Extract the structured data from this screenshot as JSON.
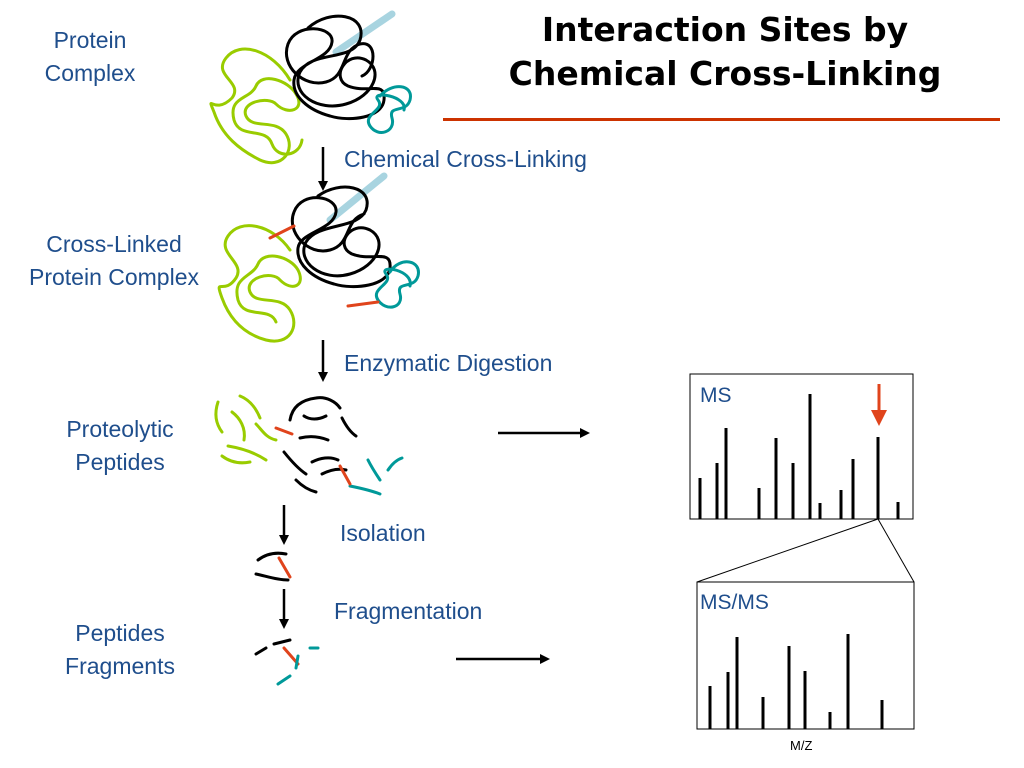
{
  "title": {
    "line1": "Interaction Sites by",
    "line2": "Chemical Cross-Linking"
  },
  "labels": {
    "protein_complex": {
      "line1": "Protein",
      "line2": "Complex"
    },
    "crosslinked_complex": {
      "line1": "Cross-Linked",
      "line2": "Protein Complex"
    },
    "proteolytic_peptides": {
      "line1": "Proteolytic",
      "line2": "Peptides"
    },
    "peptide_fragments": {
      "line1": "Peptides",
      "line2": "Fragments"
    }
  },
  "steps": {
    "crosslinking": "Chemical Cross-Linking",
    "digestion": "Enzymatic Digestion",
    "isolation": "Isolation",
    "fragmentation": "Fragmentation"
  },
  "spectra": {
    "ms_label": "MS",
    "msms_label": "MS/MS",
    "x_axis_label": "M/Z"
  },
  "colors": {
    "text_blue": "#1f4e8c",
    "title_rule": "#cc3300",
    "protein_black": "#000000",
    "protein_green": "#99cc00",
    "protein_teal": "#009999",
    "protein_lightblue": "#a8d4e0",
    "crosslinker_red": "#e0441c"
  }
}
